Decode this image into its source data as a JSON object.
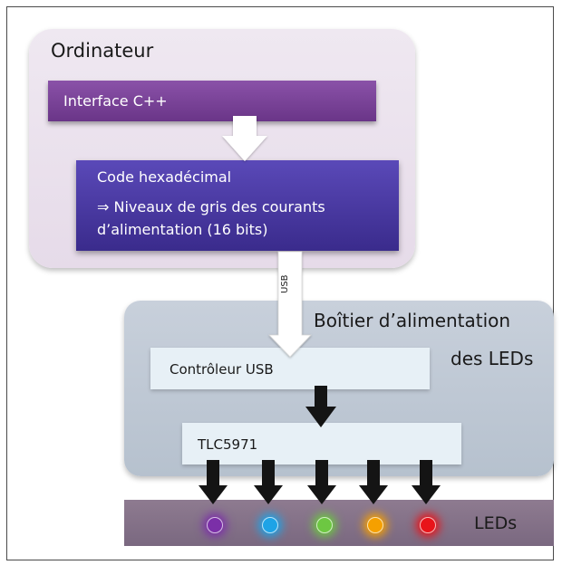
{
  "computer": {
    "title": "Ordinateur",
    "interface_label": "Interface C++",
    "hex_title": "Code hexadécimal",
    "hex_line2": "⇒ Niveaux de gris des courants",
    "hex_line3": "d’alimentation (16 bits)"
  },
  "link": {
    "usb_label": "USB"
  },
  "power_box": {
    "title_line1": "Boîtier d’alimentation",
    "title_line2": "des LEDs",
    "usb_controller": "Contrôleur USB",
    "driver": "TLC5971"
  },
  "leds": {
    "label": "LEDs",
    "colors": [
      "#7b2fa8",
      "#1ea3e6",
      "#6dc742",
      "#f5a000",
      "#e8141a"
    ]
  }
}
